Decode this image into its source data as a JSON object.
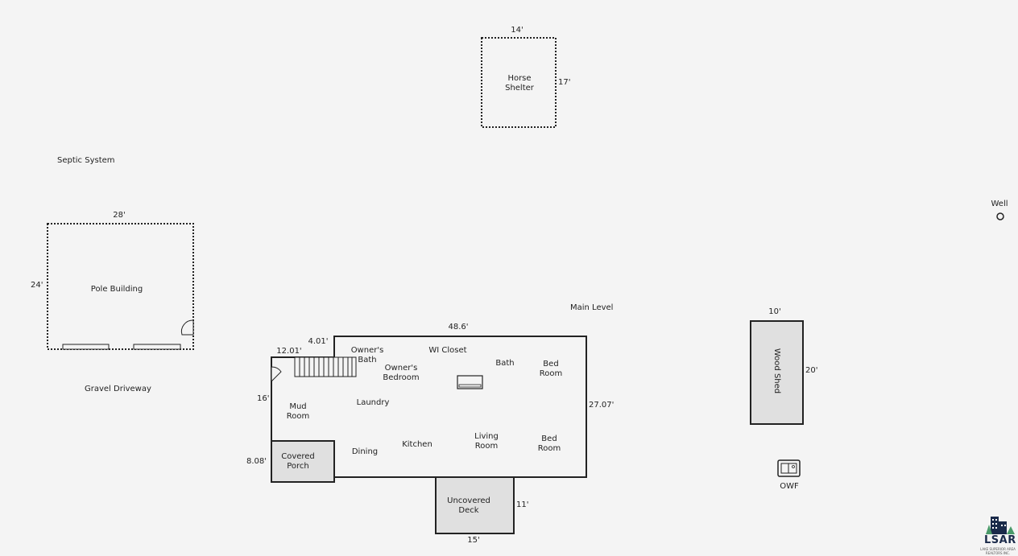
{
  "labels": {
    "horse_width": "14'",
    "horse_height": "17'",
    "horse_name": "Horse\nShelter",
    "septic": "Septic System",
    "well": "Well",
    "pole_width": "28'",
    "pole_height": "24'",
    "pole_name": "Pole Building",
    "gravel": "Gravel Driveway",
    "main_level": "Main Level",
    "house_width": "48.6'",
    "house_depth": "27.07'",
    "dim_4_01": "4.01'",
    "dim_12_01": "12.01'",
    "dim_16": "16'",
    "dim_8_08": "8.08'",
    "owners_bath": "Owner's\nBath",
    "wi_closet": "WI Closet",
    "owners_bedroom": "Owner's\nBedroom",
    "bath": "Bath",
    "bedroom_1": "Bed\nRoom",
    "mud_room": "Mud\nRoom",
    "laundry": "Laundry",
    "covered_porch": "Covered\nPorch",
    "dining": "Dining",
    "kitchen": "Kitchen",
    "living_room": "Living\nRoom",
    "bedroom_2": "Bed\nRoom",
    "uncovered_deck": "Uncovered\nDeck",
    "deck_width": "15'",
    "deck_depth": "11'",
    "shed_width": "10'",
    "shed_height": "20'",
    "wood_shed": "Wood Shed",
    "owf": "OWF"
  },
  "logo": {
    "text": "LSAR",
    "subtext": "LAKE SUPERIOR AREA REALTORS INC."
  },
  "colors": {
    "fill_gray": "#e0e0e0",
    "line": "#222222",
    "logo_blue": "#1a2a4a",
    "logo_green": "#4a9a6a"
  }
}
